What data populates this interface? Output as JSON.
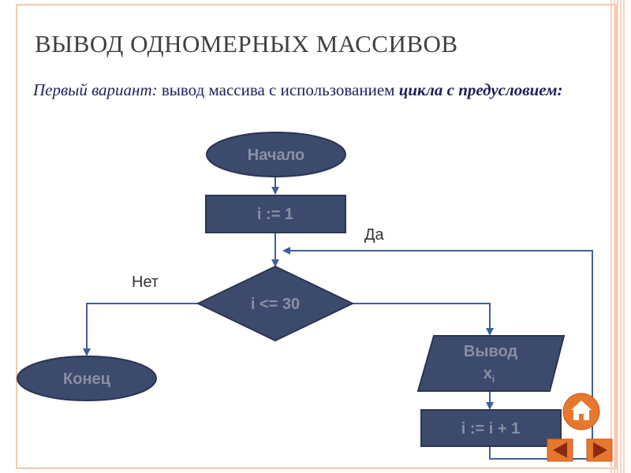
{
  "slide": {
    "title": "ВЫВОД ОДНОМЕРНЫХ МАССИВОВ",
    "subtitle_part1": "Первый вариант:",
    "subtitle_part2": " вывод массива с использованием ",
    "subtitle_part3": "цикла с предусловием:"
  },
  "flowchart": {
    "start_label": "Начало",
    "init_label": "i := 1",
    "condition_label": "i <= 30",
    "output_label_line1": "Вывод",
    "output_label_var": "x",
    "output_label_sub": "i",
    "increment_label": "i := i + 1",
    "end_label": "Конец",
    "yes_label": "Да",
    "no_label": "Нет"
  },
  "colors": {
    "node_fill": "#3c4a6e",
    "node_border": "#2b3552",
    "edge": "#3e5f9c",
    "nav_orange": "#e8772e"
  },
  "icons": [
    "home-icon",
    "prev-arrow-icon",
    "next-arrow-icon"
  ]
}
